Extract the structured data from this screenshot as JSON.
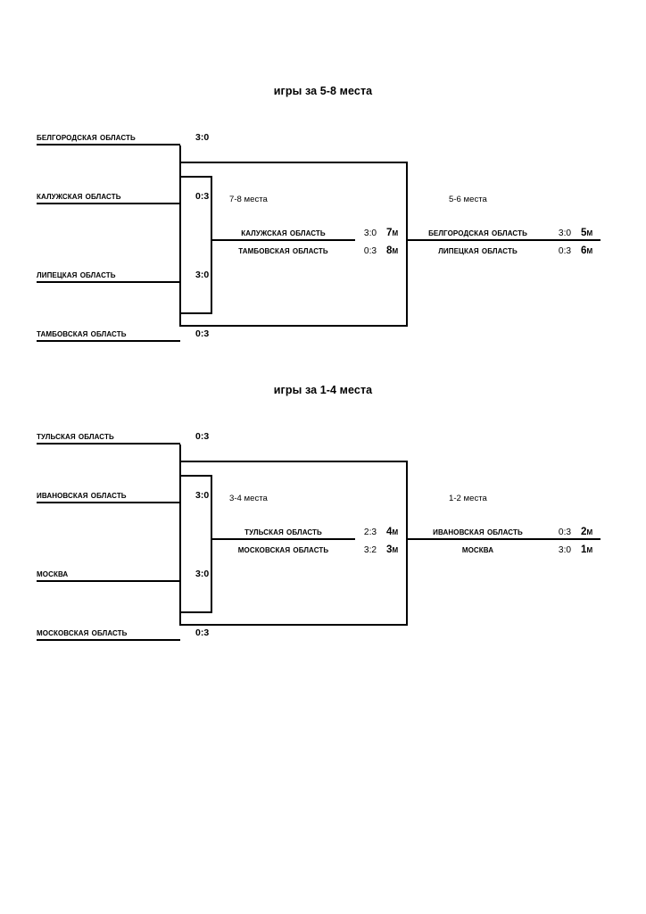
{
  "page": {
    "background": "#ffffff",
    "line_color": "#000000"
  },
  "sections": [
    {
      "title": "игры за 5-8 места",
      "first_round": [
        {
          "team": "Белгородская область",
          "score": "3:0"
        },
        {
          "team": "Калужская  область",
          "score": "0:3"
        },
        {
          "team": "Липецкая область",
          "score": "3:0"
        },
        {
          "team": "Тамбовская область",
          "score": "0:3"
        }
      ],
      "consolation": {
        "label": "7-8 места",
        "rows": [
          {
            "team": "Калужская  область",
            "score": "3:0",
            "rank": "7м"
          },
          {
            "team": "Тамбовская область",
            "score": "0:3",
            "rank": "8м"
          }
        ]
      },
      "final": {
        "label": "5-6 места",
        "rows": [
          {
            "team": "Белгородская область",
            "score": "3:0",
            "rank": "5м"
          },
          {
            "team": "Липецкая область",
            "score": "0:3",
            "rank": "6м"
          }
        ]
      }
    },
    {
      "title": "игры за 1-4 места",
      "first_round": [
        {
          "team": "Тульская область",
          "score": "0:3"
        },
        {
          "team": "Ивановская область",
          "score": "3:0"
        },
        {
          "team": "Москва",
          "score": "3:0"
        },
        {
          "team": "Московская область",
          "score": "0:3"
        }
      ],
      "consolation": {
        "label": "3-4 места",
        "rows": [
          {
            "team": "Тульская область",
            "score": "2:3",
            "rank": "4м"
          },
          {
            "team": "Московская область",
            "score": "3:2",
            "rank": "3м"
          }
        ]
      },
      "final": {
        "label": "1-2 места",
        "rows": [
          {
            "team": "Ивановская область",
            "score": "0:3",
            "rank": "2м"
          },
          {
            "team": "Москва",
            "score": "3:0",
            "rank": "1м"
          }
        ]
      }
    }
  ]
}
